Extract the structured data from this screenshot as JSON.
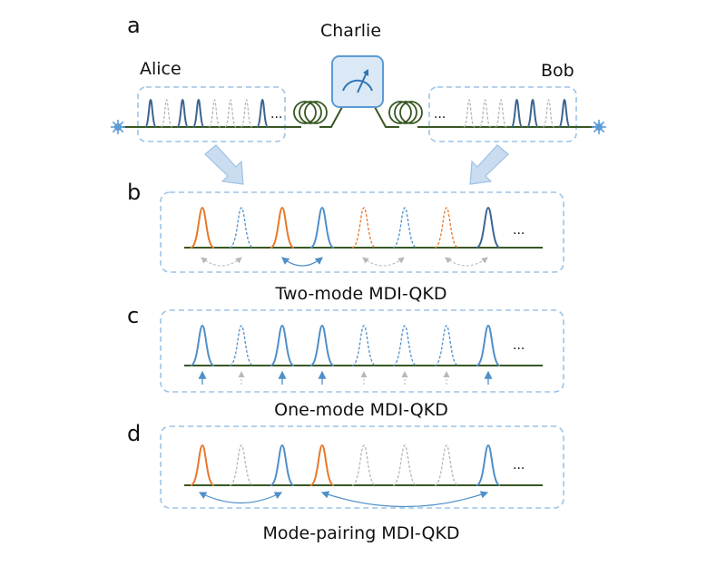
{
  "panels": {
    "a": {
      "letter": "a",
      "alice": "Alice",
      "bob": "Bob",
      "charlie": "Charlie",
      "ellipsis_alice": "...",
      "ellipsis_bob": "..."
    },
    "b": {
      "letter": "b",
      "caption": "Two-mode MDI-QKD",
      "ellipsis": "...",
      "pulses": [
        "orange",
        "blue-dashed",
        "orange",
        "blue",
        "orange-dashed",
        "blue-dashed",
        "orange-dashed",
        "darkblue"
      ]
    },
    "c": {
      "letter": "c",
      "caption": "One-mode MDI-QKD",
      "ellipsis": "...",
      "pulses": [
        "blue",
        "blue-dashed",
        "blue",
        "blue",
        "blue-dashed",
        "blue-dashed",
        "blue-dashed",
        "blue"
      ]
    },
    "d": {
      "letter": "d",
      "caption": "Mode-pairing MDI-QKD",
      "ellipsis": "...",
      "pulses": [
        "orange",
        "gray-dashed",
        "blue",
        "orange",
        "gray-dashed",
        "gray-dashed",
        "gray-dashed",
        "blue"
      ]
    }
  },
  "colors": {
    "orange": "#e8782a",
    "blue": "#4f8fca",
    "darkblue": "#3b6593",
    "gray": "#b5b5b5",
    "fiber": "#385723",
    "box": "#9dc3e6",
    "arrow_fill": "#c9dcf0"
  },
  "icons": {
    "laser": "star-burst-icon",
    "detector": "meter-gauge-icon",
    "fiber_spool": "coil-icon"
  }
}
